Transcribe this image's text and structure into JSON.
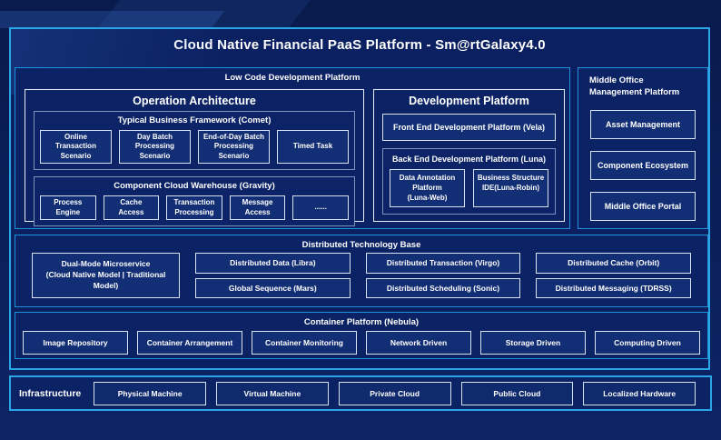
{
  "title": "Cloud Native Financial PaaS Platform - Sm@rtGalaxy4.0",
  "colors": {
    "background": "#0A1E58",
    "accent_cyan_border": "#2AA6E6",
    "section_border": "#1E93DC",
    "item_fill": "#122E74",
    "item_border": "#D9E2F4",
    "container_border": "#7E93BC"
  },
  "low_code": {
    "label": "Low Code Development Platform",
    "operation_architecture": {
      "title": "Operation Architecture",
      "typical_business_framework": {
        "title": "Typical Business Framework (Comet)",
        "items": [
          "Online Transaction Scenario",
          "Day Batch Processing Scenario",
          "End-of-Day Batch Processing Scenario",
          "Timed Task"
        ]
      },
      "component_cloud_warehouse": {
        "title": "Component Cloud Warehouse (Gravity)",
        "items": [
          "Process Engine",
          "Cache Access",
          "Transaction Processing",
          "Message Access",
          "......"
        ]
      }
    },
    "development_platform": {
      "title": "Development Platform",
      "front_end": "Front End Development Platform (Vela)",
      "back_end": {
        "title": "Back End Development Platform (Luna)",
        "items": [
          {
            "name": "Data Annotation Platform",
            "sub": "(Luna-Web)"
          },
          {
            "name": "Business Structure",
            "sub": "IDE(Luna-Robin)"
          }
        ]
      }
    }
  },
  "middle_office": {
    "title": "Middle Office Management Platform",
    "items": [
      "Asset Management",
      "Component Ecosystem",
      "Middle Office Portal"
    ]
  },
  "distributed_technology_base": {
    "title": "Distributed Technology Base",
    "dual_mode": {
      "line1": "Dual-Mode Microservice",
      "line2": "(Cloud Native Model | Traditional Model)"
    },
    "row1": [
      "Distributed Data (Libra)",
      "Distributed Transaction (Virgo)",
      "Distributed Cache (Orbit)"
    ],
    "row2": [
      "Global Sequence (Mars)",
      "Distributed Scheduling (Sonic)",
      "Distributed Messaging (TDRSS)"
    ]
  },
  "container_platform": {
    "title": "Container Platform (Nebula)",
    "items": [
      "Image Repository",
      "Container Arrangement",
      "Container Monitoring",
      "Network Driven",
      "Storage Driven",
      "Computing Driven"
    ]
  },
  "infrastructure": {
    "label": "Infrastructure",
    "items": [
      "Physical Machine",
      "Virtual Machine",
      "Private Cloud",
      "Public Cloud",
      "Localized Hardware"
    ]
  }
}
